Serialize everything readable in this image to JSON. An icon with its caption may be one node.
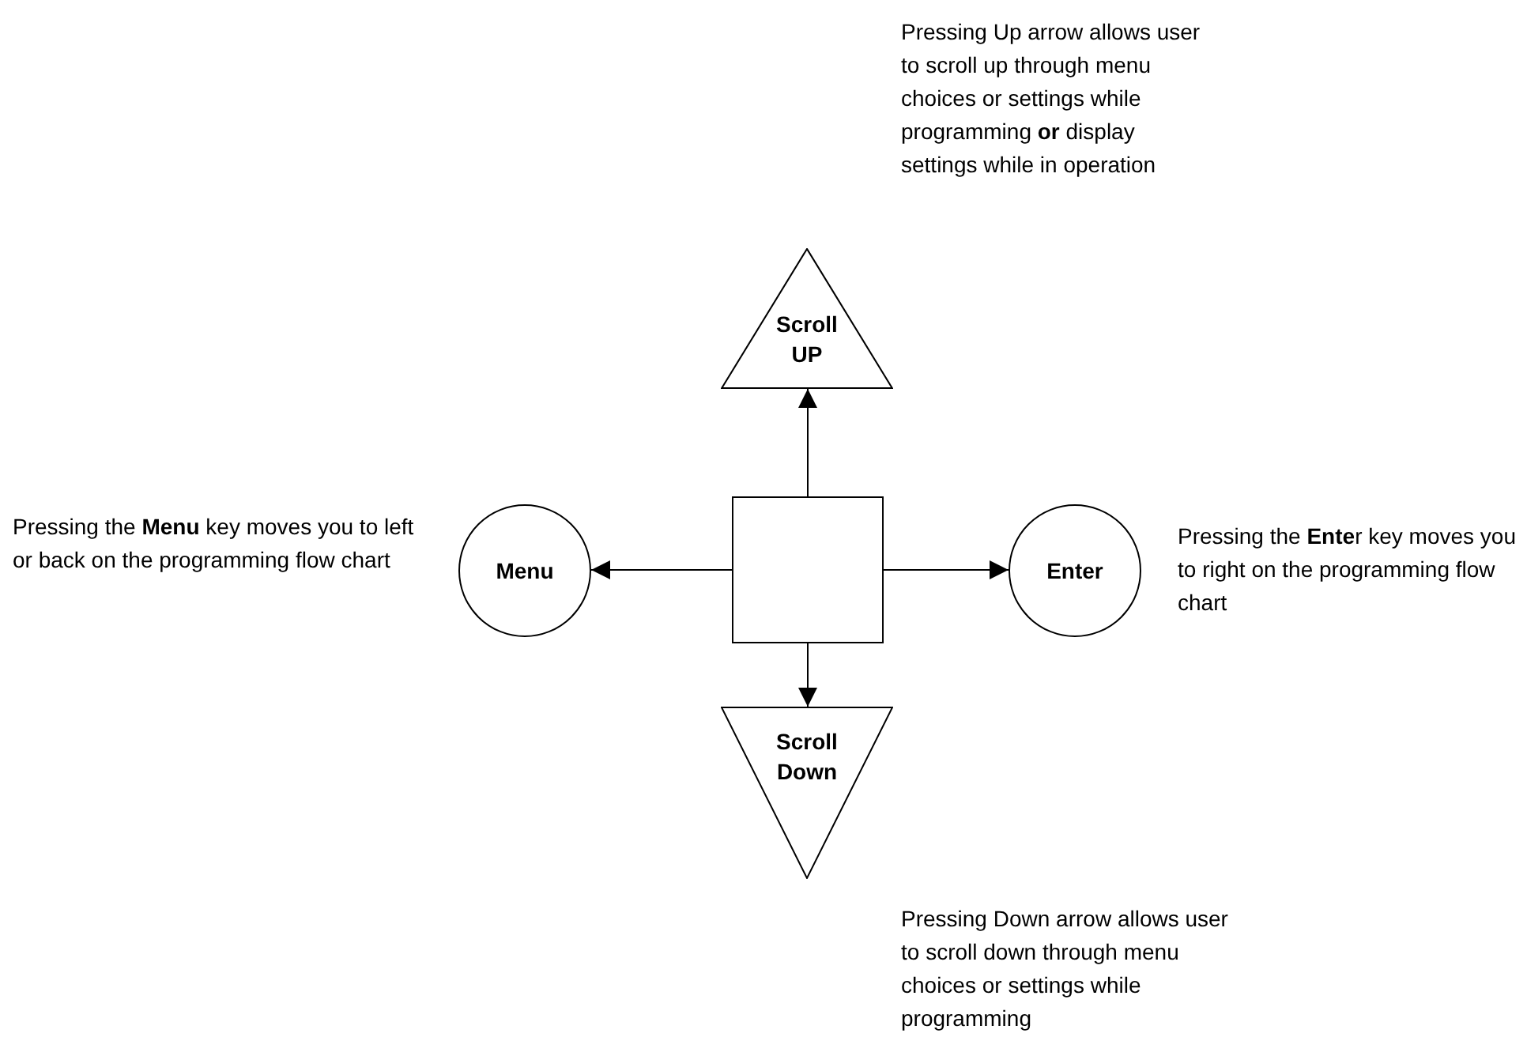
{
  "diagram": {
    "nodes": [
      {
        "text": [],
        "shape": "box"
      },
      {
        "text": [
          "Scroll UP"
        ],
        "beside": [
          "Pressing Up arrow allows user to scroll up through menu choices or settings while programming **or** display settings while in operation"
        ]
      },
      {
        "text": [
          "Menu"
        ],
        "beside": [
          "Pressing the **Menu** key moves you to left or back on the programming flow chart"
        ]
      },
      {
        "text": [
          "Enter"
        ],
        "beside": [
          "Pressing the **Ente**r key moves you to right on the programming flow chart"
        ]
      },
      {
        "text": [
          "Scroll Down"
        ],
        "beside": [
          "Pressing Down arrow allows user to scroll down through menu choices or settings while programming"
        ]
      }
    ],
    "edges": [
      {
        "from": 0,
        "to": 1,
        "arrow": "to"
      },
      {
        "from": 0,
        "to": 2,
        "arrow": "to"
      },
      {
        "from": 0,
        "to": 3,
        "arrow": "to"
      },
      {
        "from": 0,
        "to": 4,
        "arrow": "to"
      }
    ]
  }
}
